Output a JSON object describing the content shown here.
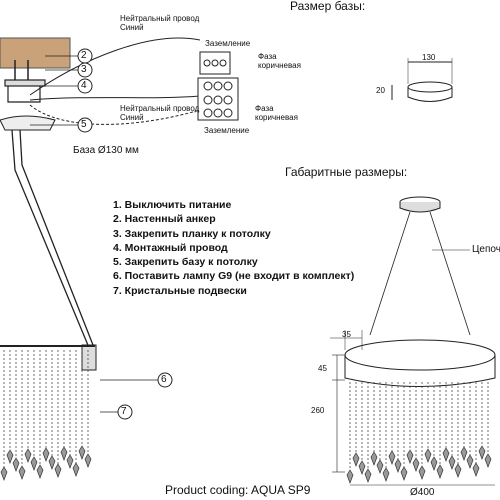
{
  "wiring": {
    "neutral_top": "Нейтральный провод\nСиний",
    "ground_top": "Заземление",
    "phase_top": "Фаза\nкоричневая",
    "neutral_bottom": "Нейтральный провод\nСиний",
    "phase_bottom": "Фаза\nкоричневая",
    "ground_bottom": "Заземление",
    "base_label": "База Ø130 мм"
  },
  "callouts": [
    "2",
    "3",
    "4",
    "5",
    "6",
    "7"
  ],
  "steps": [
    "1. Выключить питание",
    "2. Настенный анкер",
    "3. Закрепить планку к потолку",
    "4. Монтажный провод",
    "5. Закрепить базу к потолку",
    "6. Поставить лампу G9 (не входит в комплект)",
    "7. Кристальные подвески"
  ],
  "base_size": {
    "heading": "Размер базы:",
    "diameter": "130",
    "height": "20"
  },
  "overall": {
    "heading": "Габаритные размеры:",
    "chain_label": "Цепоч",
    "dim_ring_offset": "35",
    "dim_ring_height": "45",
    "dim_crystal_height": "260",
    "dim_diameter": "Ø400"
  },
  "product_coding": "Product coding: AQUA SP9"
}
